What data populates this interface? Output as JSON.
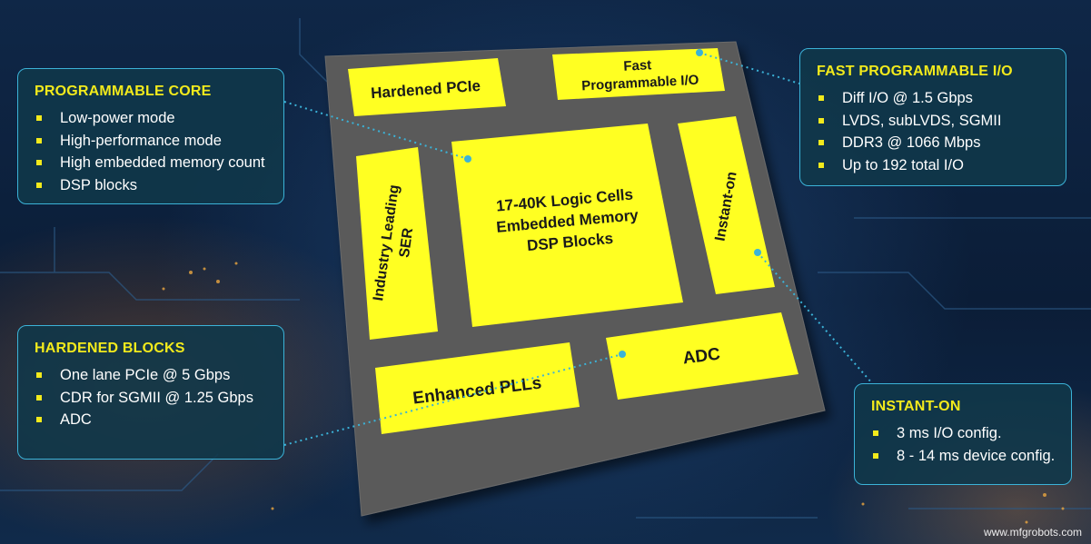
{
  "colors": {
    "accent_yellow": "#f2ea1c",
    "block_yellow": "#ffff22",
    "chip_gray": "#5a5a5a",
    "callout_border": "#3bb3d8",
    "callout_fill": "#10384a"
  },
  "chip": {
    "blocks": {
      "pcie": "Hardened PCIe",
      "fast_io_line1": "Fast",
      "fast_io_line2": "Programmable I/O",
      "ser_line1": "Industry Leading",
      "ser_line2": "SER",
      "core_line1": "17-40K Logic Cells",
      "core_line2": "Embedded Memory",
      "core_line3": "DSP Blocks",
      "instant_on": "Instant-on",
      "plls": "Enhanced PLLs",
      "adc": "ADC"
    }
  },
  "callouts": {
    "programmable_core": {
      "title": "PROGRAMMABLE CORE",
      "items": [
        "Low-power mode",
        "High-performance mode",
        "High embedded memory count",
        "DSP blocks"
      ]
    },
    "hardened_blocks": {
      "title": "HARDENED BLOCKS",
      "items": [
        "One lane PCIe @ 5 Gbps",
        "CDR for SGMII @ 1.25 Gbps",
        "ADC"
      ]
    },
    "fast_programmable_io": {
      "title": "FAST PROGRAMMABLE I/O",
      "items": [
        "Diff I/O @ 1.5 Gbps",
        "LVDS, subLVDS, SGMII",
        "DDR3 @ 1066 Mbps",
        "Up to 192 total I/O"
      ]
    },
    "instant_on": {
      "title": "INSTANT-ON",
      "items": [
        "3 ms I/O config.",
        "8 - 14 ms device config."
      ]
    }
  },
  "watermark": "www.mfgrobots.com"
}
